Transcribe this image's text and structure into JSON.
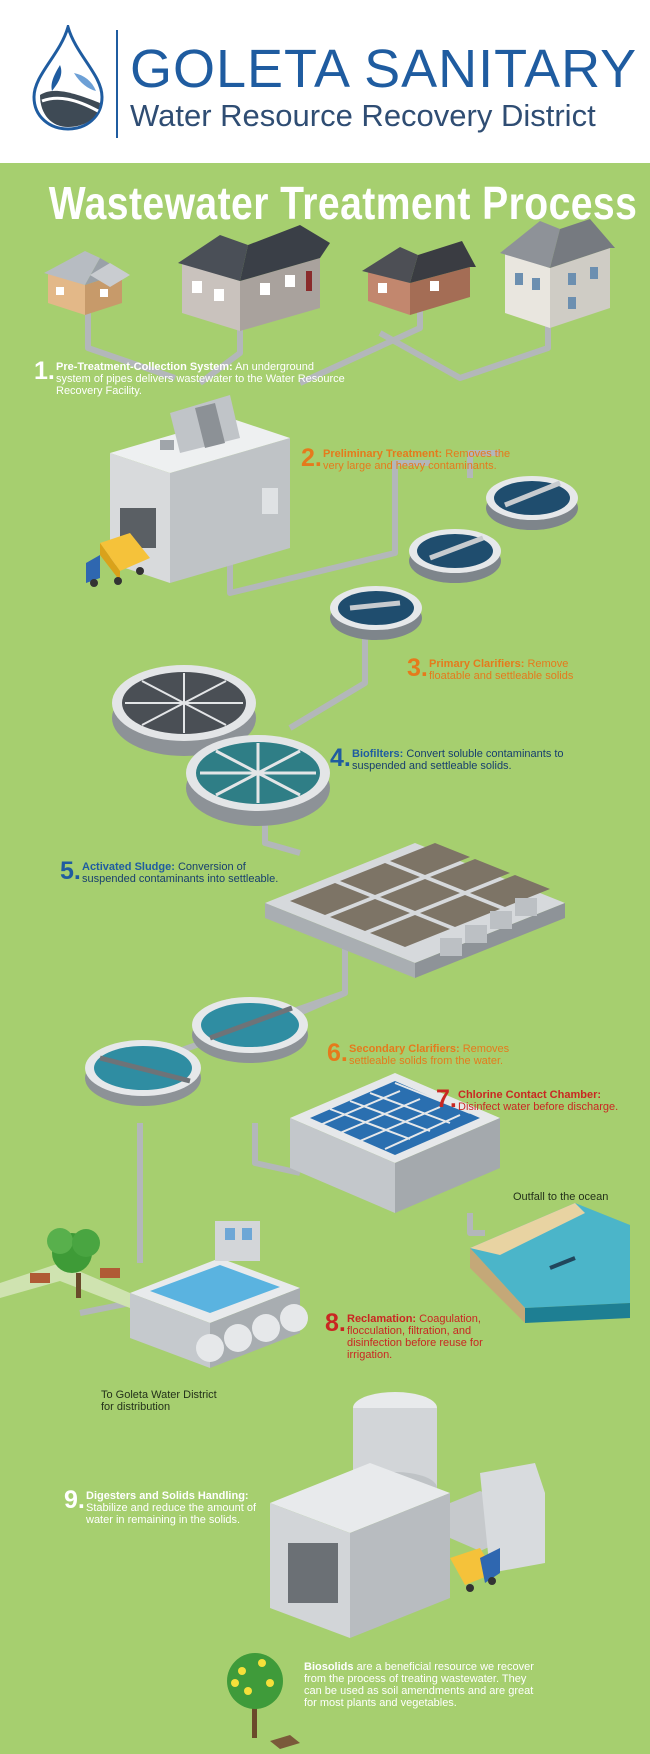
{
  "header": {
    "org_name": "GOLETA SANITARY",
    "org_subtitle": "Water Resource Recovery District"
  },
  "title": "Wastewater Treatment Process",
  "colors": {
    "background": "#a6cf6f",
    "brand_blue": "#1f5ca0",
    "orange": "#e57a1c",
    "red": "#c92722",
    "pipe": "#b3b7ba"
  },
  "steps": [
    {
      "num": "1.",
      "name": "Pre-Treatment-Collection System:",
      "desc": "An underground system of pipes delivers wastewater to the Water Resource Recovery Facility."
    },
    {
      "num": "2.",
      "name": "Preliminary Treatment:",
      "desc": "Removes the very large and heavy contaminants."
    },
    {
      "num": "3.",
      "name": "Primary Clarifiers:",
      "desc": "Remove floatable and settleable solids"
    },
    {
      "num": "4.",
      "name": "Biofilters:",
      "desc": "Convert soluble contaminants to suspended and settleable solids."
    },
    {
      "num": "5.",
      "name": "Activated Sludge:",
      "desc": "Conversion of suspended contaminants into settleable."
    },
    {
      "num": "6.",
      "name": "Secondary Clarifiers:",
      "desc": "Removes settleable solids from the water."
    },
    {
      "num": "7.",
      "name": "Chlorine Contact Chamber:",
      "desc": "Disinfect water before discharge."
    },
    {
      "num": "8.",
      "name": "Reclamation:",
      "desc": "Coagulation, flocculation, filtration, and disinfection before reuse for irrigation."
    },
    {
      "num": "9.",
      "name": "Digesters and Solids Handling:",
      "desc": "Stabilize and reduce the amount of water in remaining in the solids."
    }
  ],
  "notes": {
    "outfall": "Outfall to the ocean",
    "goleta_water": "To Goleta Water District for distribution",
    "biosolids_name": "Biosolids",
    "biosolids_desc": "are a beneficial resource we recover from the process of treating wastewater. They can be used as soil amendments and are great for most plants and vegetables."
  }
}
